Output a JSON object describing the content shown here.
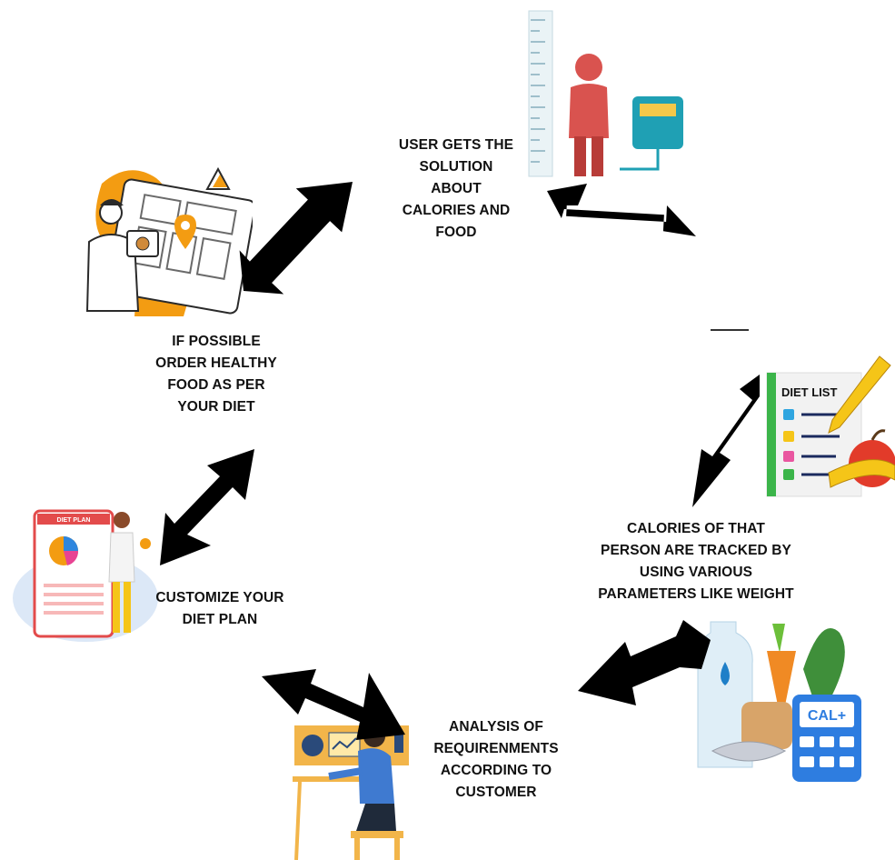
{
  "diagram": {
    "steps": [
      {
        "id": "solution",
        "lines": [
          "USER GETS THE",
          "SOLUTION",
          "ABOUT",
          "CALORIES AND",
          "FOOD"
        ]
      },
      {
        "id": "tracking",
        "lines": [
          "CALORIES OF THAT",
          "PERSON ARE TRACKED BY",
          "USING VARIOUS",
          "PARAMETERS LIKE WEIGHT"
        ]
      },
      {
        "id": "analysis",
        "lines": [
          "ANALYSIS OF",
          "REQUIRENMENTS",
          "ACCORDING TO",
          "CUSTOMER"
        ]
      },
      {
        "id": "customize",
        "lines": [
          "CUSTOMIZE YOUR",
          "DIET PLAN"
        ]
      },
      {
        "id": "order",
        "lines": [
          "IF POSSIBLE",
          "ORDER HEALTHY",
          "FOOD AS PER",
          "YOUR DIET"
        ]
      }
    ],
    "illustration_text": {
      "diet_list_title": "DIET LIST",
      "calculator_label": "CAL+",
      "diet_plan_header": "DIET PLAN"
    },
    "icons": [
      "height-weight-scale-icon",
      "diet-list-icon",
      "food-calculator-icon",
      "analyst-desk-icon",
      "diet-plan-tablet-icon",
      "food-delivery-map-icon"
    ],
    "colors": {
      "arrow": "#000000",
      "text": "#111111",
      "accent_orange": "#F39C12",
      "scale_teal": "#1FA0B4",
      "person_red": "#D9534F"
    }
  }
}
